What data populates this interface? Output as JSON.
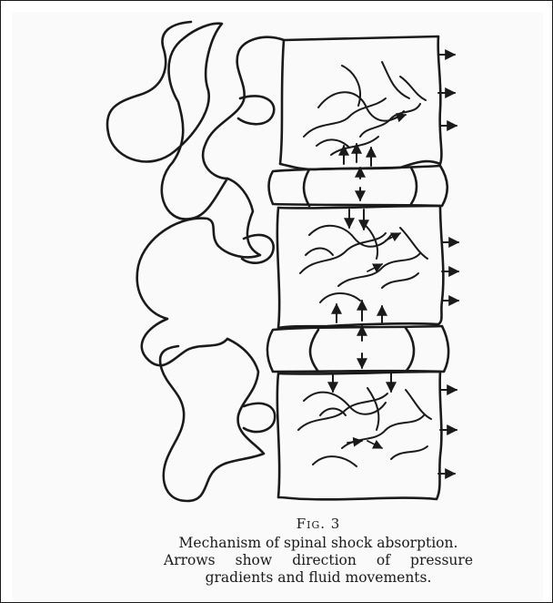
{
  "figure": {
    "label": "Fig. 3",
    "caption_lines": [
      "Mechanism of spinal shock absorption.",
      "Arrows show direction of pressure",
      "gradients and fluid movements."
    ]
  },
  "colors": {
    "ink": "#1a1a1a",
    "paper": "#ffffff",
    "scan_tint": "#fafafa"
  }
}
